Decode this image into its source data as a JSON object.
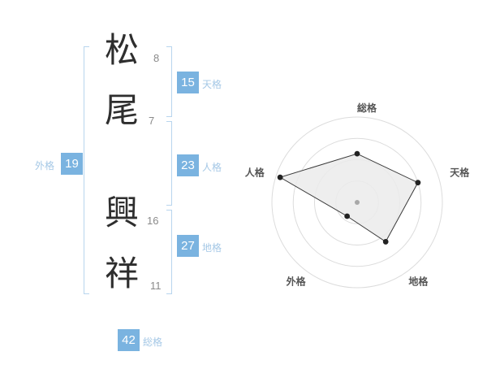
{
  "name": {
    "chars": [
      {
        "char": "松",
        "strokes": "8"
      },
      {
        "char": "尾",
        "strokes": "7"
      },
      {
        "char": "興",
        "strokes": "16"
      },
      {
        "char": "祥",
        "strokes": "11"
      }
    ]
  },
  "results": {
    "tenkaku": {
      "label": "天格",
      "value": "15"
    },
    "jinkaku": {
      "label": "人格",
      "value": "23"
    },
    "chikaku": {
      "label": "地格",
      "value": "27"
    },
    "gaikaku": {
      "label": "外格",
      "value": "19"
    },
    "soukaku": {
      "label": "総格",
      "value": "42"
    }
  },
  "chart_data": {
    "type": "radar",
    "categories": [
      "総格",
      "天格",
      "地格",
      "外格",
      "人格"
    ],
    "values": [
      57,
      75,
      57,
      20,
      95
    ],
    "max": 100,
    "rings": 4,
    "title": "",
    "legend": false
  },
  "colors": {
    "badge": "#7ab3e0",
    "label_text": "#a5c8e6",
    "bracket": "#b8d5ee",
    "kanji": "#2e2e2e",
    "stroke_count": "#8a8a8a",
    "ring": "#dcdcdc",
    "polygon_fill": "#ebebeb",
    "polygon_stroke": "#3a3a3a",
    "point": "#222222",
    "center_dot": "#a8a8a8",
    "axis_label": "#555555"
  }
}
